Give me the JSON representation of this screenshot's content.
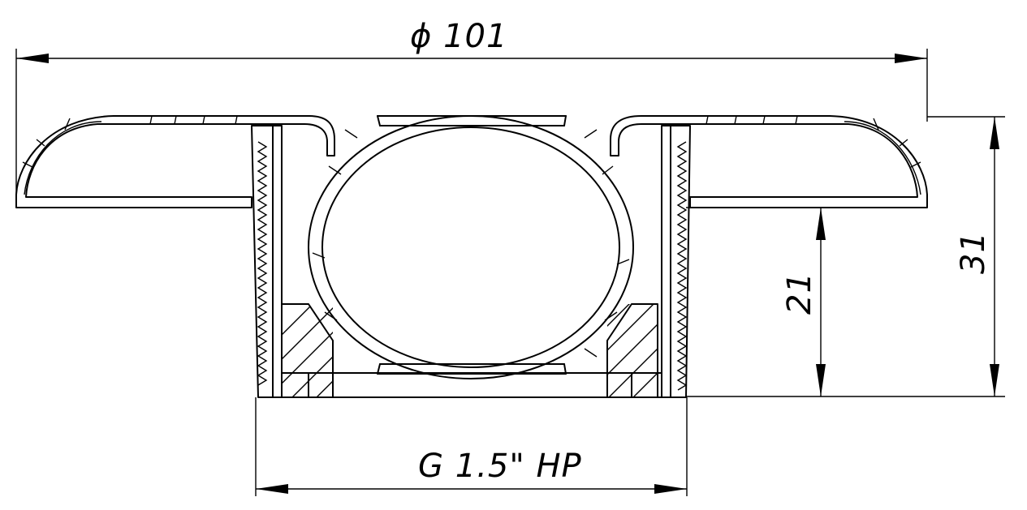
{
  "dimensions": {
    "diameter": "ϕ 101",
    "thread": "G 1.5\" HP",
    "height_total": "31",
    "height_thread": "21"
  }
}
